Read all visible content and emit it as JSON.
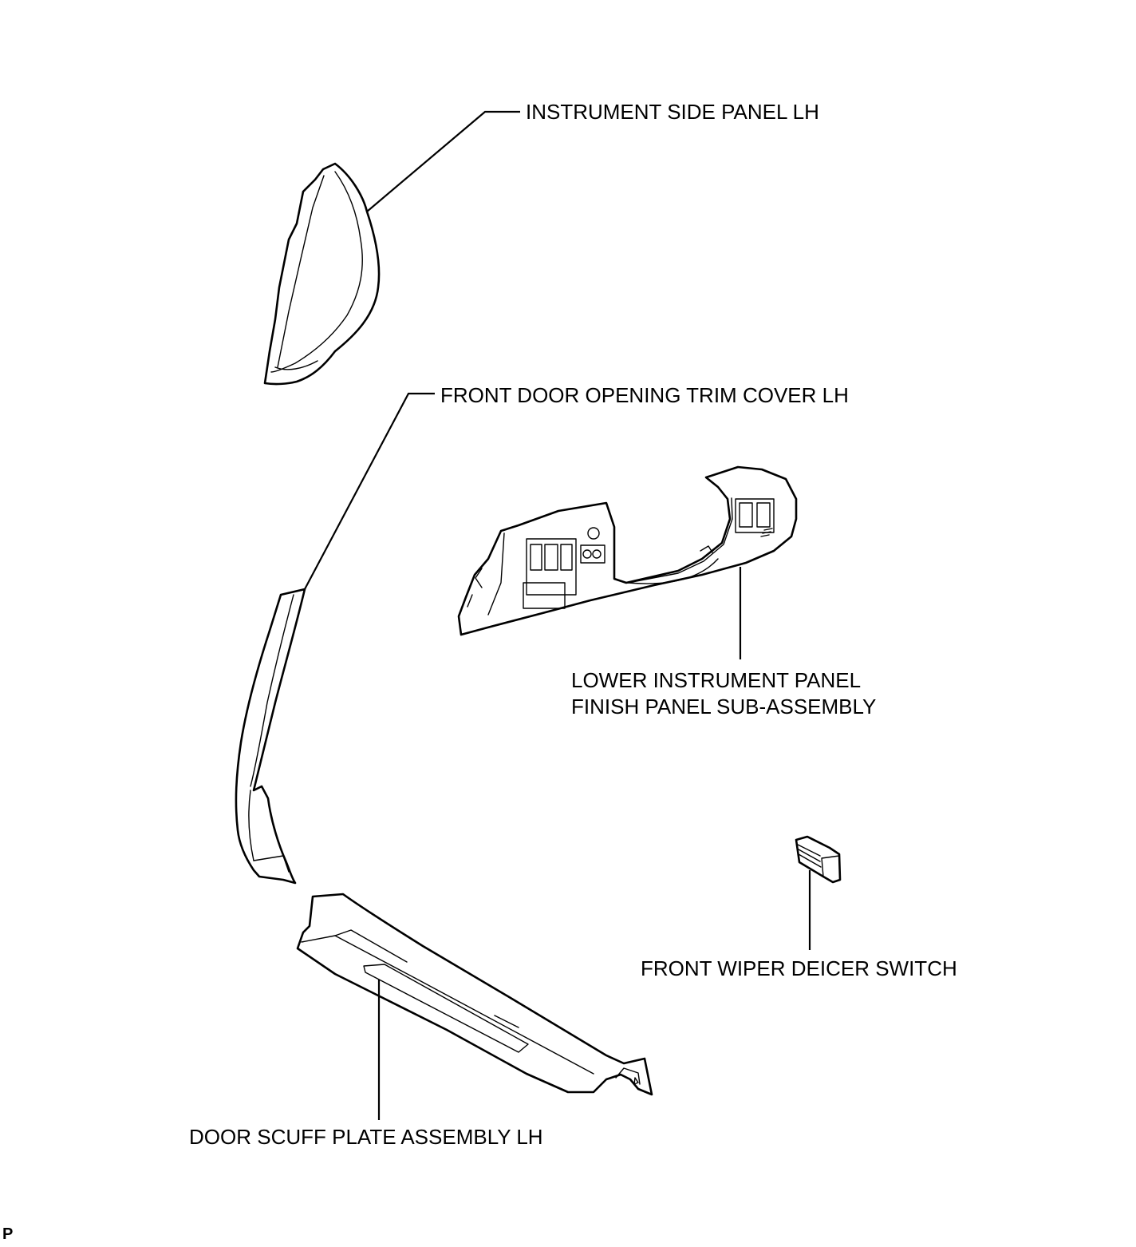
{
  "figure": {
    "corner_mark": "P",
    "labels": {
      "instrument_side_panel": "INSTRUMENT SIDE PANEL LH",
      "front_door_opening_trim_cover": "FRONT DOOR OPENING TRIM COVER LH",
      "lower_instrument_panel_line1": "LOWER INSTRUMENT PANEL",
      "lower_instrument_panel_line2": "FINISH PANEL SUB-ASSEMBLY",
      "front_wiper_deicer_switch": "FRONT WIPER DEICER SWITCH",
      "door_scuff_plate": "DOOR SCUFF PLATE ASSEMBLY LH"
    }
  }
}
